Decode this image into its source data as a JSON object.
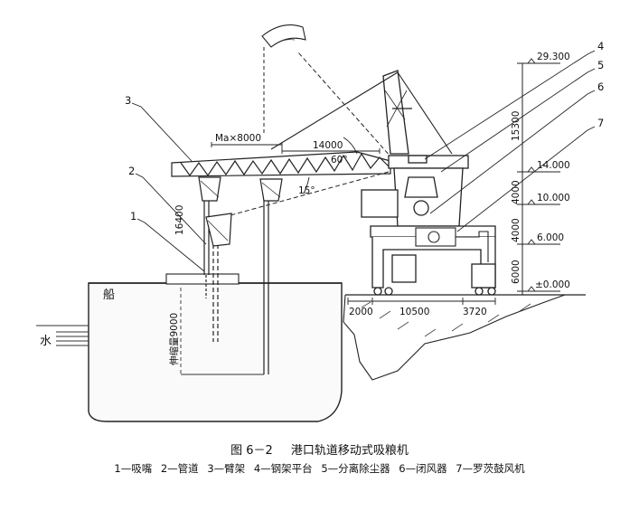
{
  "figure": {
    "number": "图 6－2",
    "title": "港口轨道移动式吸粮机",
    "legend": [
      "1—吸嘴",
      "2—管道",
      "3—臂架",
      "4—钢架平台",
      "5—分离除尘器",
      "6—闭风器",
      "7—罗茨鼓风机"
    ]
  },
  "callouts": [
    "1",
    "2",
    "3",
    "4",
    "5",
    "6",
    "7"
  ],
  "labels": {
    "ship": "船",
    "water": "水",
    "telescopic": "伸缩量9000",
    "max_reach": "Ma×8000",
    "boom_length": "14000",
    "angle_up": "60°",
    "angle_down": "15°",
    "vertical_16400": "16400"
  },
  "elevations": [
    "29.300",
    "14.000",
    "10.000",
    "6.000",
    "±0.000"
  ],
  "vertical_dims": [
    "15300",
    "4000",
    "4000",
    "6000"
  ],
  "base_dims": [
    "2000",
    "10500",
    "3720"
  ]
}
